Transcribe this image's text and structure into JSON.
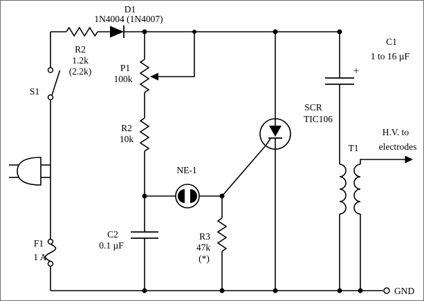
{
  "schematic": {
    "d1": {
      "ref": "D1",
      "part": "1N4004 (1N4007)"
    },
    "r2a": {
      "ref": "R2",
      "value": "1.2k",
      "alt": "(2.2k)"
    },
    "s1": {
      "ref": "S1"
    },
    "p1": {
      "ref": "P1",
      "value": "100k"
    },
    "r2b": {
      "ref": "R2",
      "value": "10k"
    },
    "ne1": {
      "ref": "NE-1"
    },
    "c2": {
      "ref": "C2",
      "value": "0.1 µF"
    },
    "f1": {
      "ref": "F1",
      "value": "1 A"
    },
    "r3": {
      "ref": "R3",
      "value": "47k",
      "alt": "(*)"
    },
    "scr": {
      "ref": "SCR",
      "part": "TIC106"
    },
    "c1": {
      "ref": "C1",
      "value": "1 to 16 µF",
      "polarity": "+"
    },
    "t1": {
      "ref": "T1"
    },
    "output": {
      "line1": "H.V. to",
      "line2": "electrodes"
    },
    "gnd": {
      "ref": "GND"
    }
  },
  "colors": {
    "ink": "#000000",
    "paper": "#fefefe"
  }
}
